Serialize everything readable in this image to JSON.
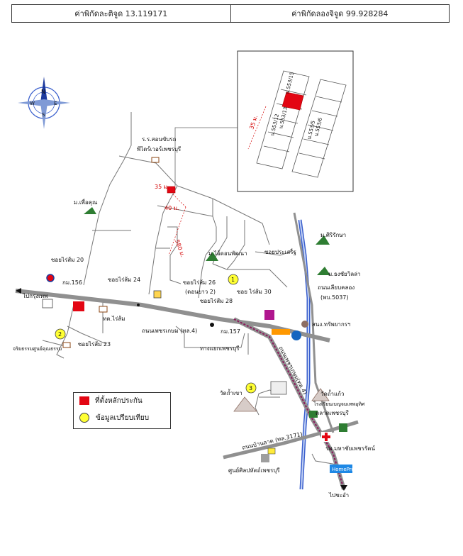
{
  "header": {
    "latitude": "ค่าพิกัดละติจูด 13.119171",
    "longitude": "ค่าพิกัดลองจิจูด 99.928284"
  },
  "inset": {
    "plots": [
      "น.553/15",
      "น.553/13",
      "น.553/12",
      "น.553/6",
      "น.553/5"
    ],
    "dimension": "35 ม."
  },
  "labels": {
    "school": "ร.ร.สอนขับรถ",
    "school2": "พีไดร์เวอร์เพชรบุรี",
    "dim_35": "35 ม.",
    "dim_40": "40 ม.",
    "dim_580": "580 ม.",
    "village_phuekhun": "ม.เพื่อคุณ",
    "village_srirak": "ม.ศิริรักษา",
    "village_wiset": "ม.ไอ้ดอนพัฒนา",
    "soi_prasert": "ซอยประเสริฐ",
    "village_suksawat": "ม.ธงชัยวิลล่า",
    "road_khlongkrachaeng": "ถนนเลียบคลอง",
    "road_code": "(พบ.5037)",
    "bank": "สนง.ทรัพยากรฯ",
    "soi20": "ซอยไร่ส้ม 20",
    "km156": "กม.156",
    "soi24": "ซอยไร่ส้ม 24",
    "soi26": "ซอยไร่ส้ม 26",
    "soi26b": "(ดอนยาว 2)",
    "soi28": "ซอยไร่ส้ม 28",
    "soi30": "ซอย ไร่ส้ม 30",
    "to_bangkok": "ไปกรุงเทพ",
    "td_raisom": "ทต.ไร่ส้ม",
    "road_phetkasem": "ถนนเพชรเกษม (ทล.4)",
    "km157": "กม.157",
    "junction": "ทางแยกเพชรบุรี",
    "soi23": "ซอยไร่ส้ม 23",
    "district_office": "จริยธรรมศูนย์คุณธรรม",
    "road_bypass": "ถนนเพชรเกษม(ทล.4)",
    "wat_tham": "วัดถ้ำแก้ว",
    "school_ban": "โรงเรียนเบญจมเทพอุทิศ",
    "wat_chan": "วัดถ้ำเขา",
    "market": "ตลาดเพชรบุรี",
    "road_banlat": "ถนนบ้านลาด (ทล.3171)",
    "hospital": "รพ.มหาชัยเพชรรัตน์",
    "center": "ศูนย์ศิลปหัตถ์เพชรบุรี",
    "to_chaam": "ไปชะอำ",
    "homepro": "HomePro",
    "stop1": "1",
    "stop2": "2",
    "stop3": "3",
    "compass_n": "N",
    "compass_s": "S",
    "compass_e": "E",
    "compass_w": "W"
  },
  "legend": {
    "collateral": "ที่ตั้งหลักประกัน",
    "comparison": "ข้อมูลเปรียบเทียบ"
  },
  "colors": {
    "main_road": "#909090",
    "water": "#3a5fcd",
    "bypass": "#8b1a5c",
    "collateral": "#e30613",
    "comparison": "#ffff33"
  }
}
